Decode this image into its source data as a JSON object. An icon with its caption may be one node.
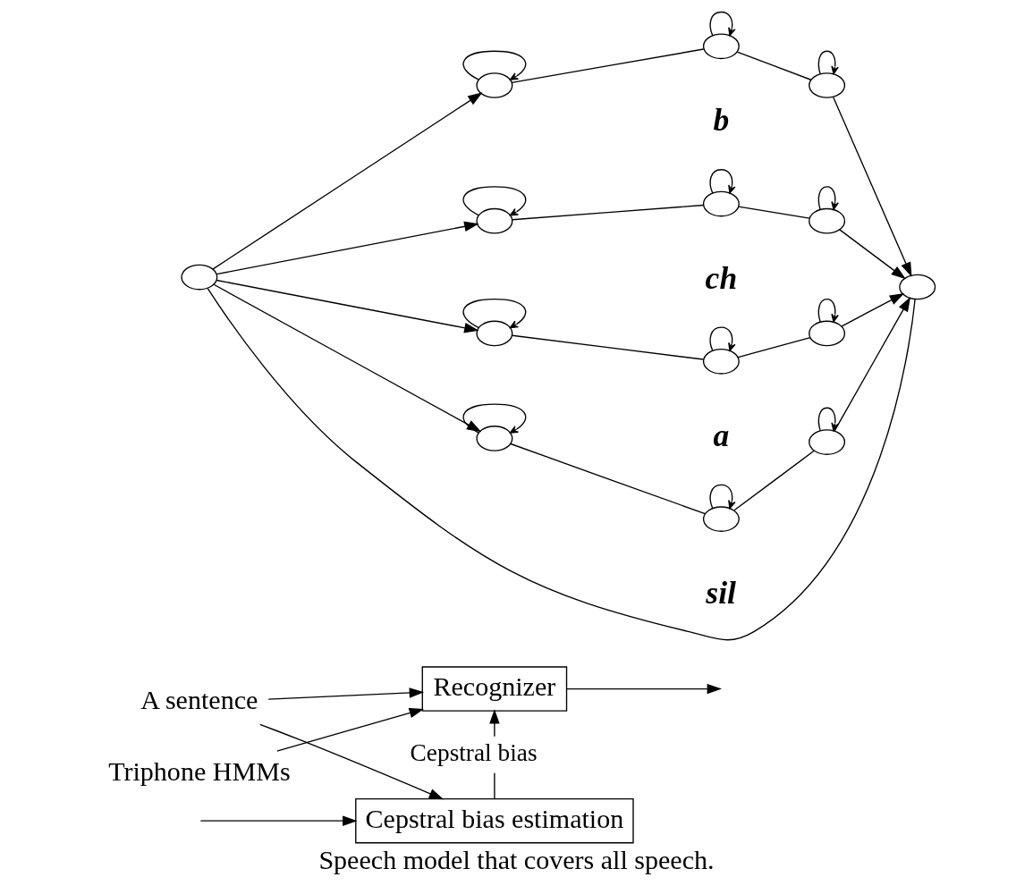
{
  "diagram": {
    "caption": "Speech model that covers all speech.",
    "nodes": [
      {
        "text": [
          "A sentence"
        ]
      },
      {
        "text": [
          "Recognizer"
        ]
      },
      {
        "text": [
          "Cepstral bias estimation"
        ]
      },
      {
        "text": [
          "Triphone HMMs"
        ]
      },
      {
        "text": [],
        "shape": "circle"
      },
      {
        "text": [],
        "shape": "circle"
      },
      {
        "text": [],
        "shape": "circle"
      },
      {
        "text": [],
        "shape": "circle"
      },
      {
        "text": [],
        "shape": "circle"
      },
      {
        "text": [],
        "shape": "circle"
      },
      {
        "text": [],
        "shape": "circle"
      },
      {
        "text": [],
        "shape": "circle"
      },
      {
        "text": [],
        "shape": "circle"
      },
      {
        "text": [],
        "shape": "circle"
      },
      {
        "text": [],
        "shape": "circle"
      },
      {
        "text": [],
        "shape": "circle"
      },
      {
        "text": [],
        "shape": "circle"
      },
      {
        "text": [],
        "shape": "circle"
      }
    ],
    "edges": [
      {
        "from": 0,
        "to": 1,
        "arrow": "to"
      },
      {
        "from": 0,
        "to": 2,
        "arrow": "to"
      },
      {
        "from": 2,
        "to": 1,
        "label": "Cepstral bias",
        "arrow": "to"
      },
      {
        "from": 1,
        "to": null,
        "arrow": "to"
      },
      {
        "from": 3,
        "to": 1,
        "arrow": "to"
      },
      {
        "from": null,
        "to": 2,
        "arrow": "to"
      },
      {
        "from": 4,
        "to": 5,
        "arrow": "to"
      },
      {
        "from": 4,
        "to": 8,
        "arrow": "to"
      },
      {
        "from": 4,
        "to": 11,
        "arrow": "to"
      },
      {
        "from": 4,
        "to": 14,
        "arrow": "to"
      },
      {
        "from": 5,
        "to": 5,
        "arrow": "to"
      },
      {
        "from": 6,
        "to": 6,
        "arrow": "to"
      },
      {
        "from": 7,
        "to": 7,
        "arrow": "to"
      },
      {
        "from": 8,
        "to": 8,
        "arrow": "to"
      },
      {
        "from": 9,
        "to": 9,
        "arrow": "to"
      },
      {
        "from": 10,
        "to": 10,
        "arrow": "to"
      },
      {
        "from": 11,
        "to": 11,
        "arrow": "to"
      },
      {
        "from": 12,
        "to": 12,
        "arrow": "to"
      },
      {
        "from": 13,
        "to": 13,
        "arrow": "to"
      },
      {
        "from": 14,
        "to": 14,
        "arrow": "to"
      },
      {
        "from": 15,
        "to": 15,
        "arrow": "to"
      },
      {
        "from": 16,
        "to": 16,
        "arrow": "to"
      },
      {
        "from": 5,
        "to": 6,
        "arrow": "none"
      },
      {
        "from": 6,
        "to": 7,
        "arrow": "none"
      },
      {
        "from": 8,
        "to": 9,
        "arrow": "none"
      },
      {
        "from": 9,
        "to": 10,
        "arrow": "none"
      },
      {
        "from": 11,
        "to": 12,
        "arrow": "none"
      },
      {
        "from": 12,
        "to": 13,
        "arrow": "none"
      },
      {
        "from": 14,
        "to": 15,
        "arrow": "none"
      },
      {
        "from": 15,
        "to": 16,
        "arrow": "none"
      },
      {
        "from": 7,
        "to": 17,
        "arrow": "to"
      },
      {
        "from": 10,
        "to": 17,
        "arrow": "to"
      },
      {
        "from": 13,
        "to": 17,
        "arrow": "to"
      },
      {
        "from": 16,
        "to": 17,
        "arrow": "to"
      },
      {
        "from": 17,
        "to": 4,
        "arrow": "none"
      }
    ],
    "labels": [
      "b",
      "ch",
      "a",
      "sil"
    ]
  }
}
